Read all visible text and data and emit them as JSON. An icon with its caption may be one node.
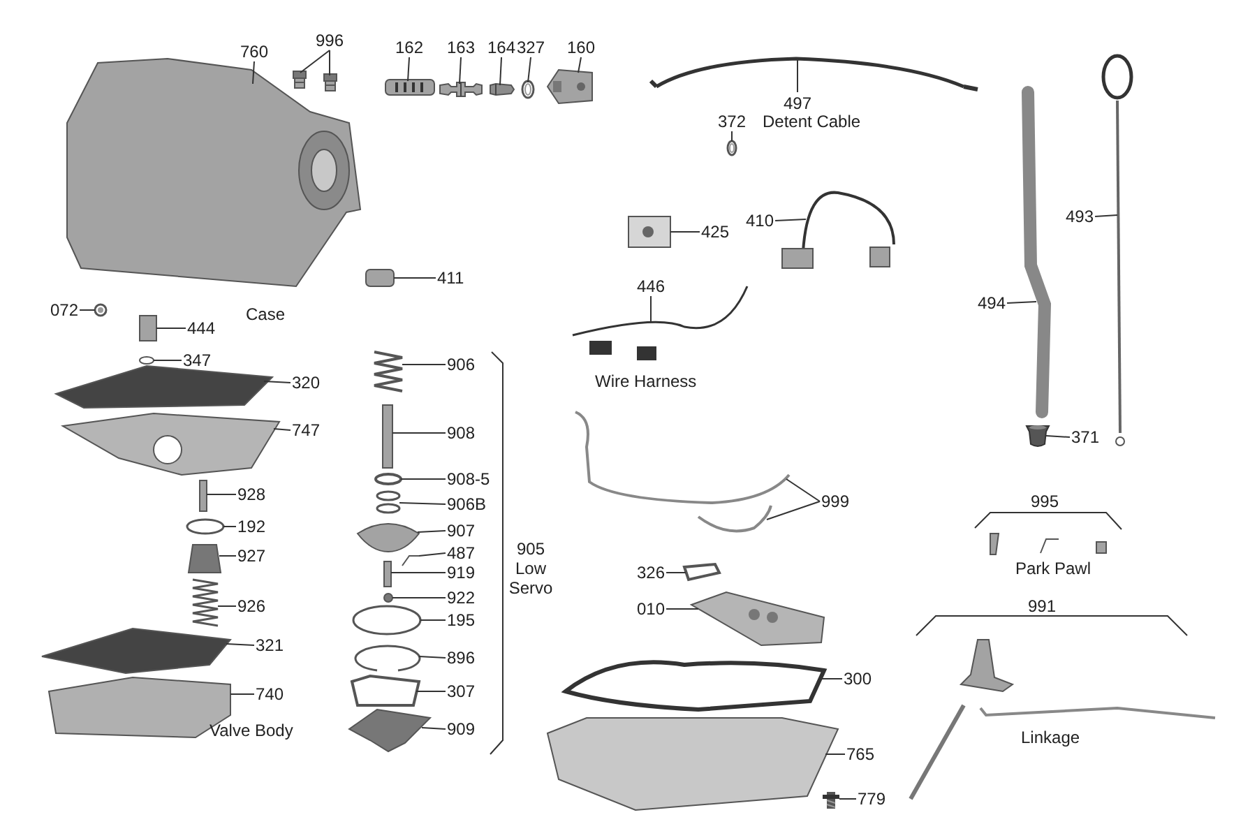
{
  "diagram": {
    "nodes": [
      {
        "text": [
          "996"
        ]
      },
      {
        "text": [
          "760"
        ]
      },
      {
        "text": [
          "162"
        ]
      },
      {
        "text": [
          "163"
        ]
      },
      {
        "text": [
          "164"
        ]
      },
      {
        "text": [
          "327"
        ]
      },
      {
        "text": [
          "160"
        ]
      },
      {
        "text": [
          "497"
        ]
      },
      {
        "text": [
          "372"
        ]
      },
      {
        "text": [
          "072"
        ]
      },
      {
        "text": [
          "444"
        ]
      },
      {
        "text": [
          "347"
        ]
      },
      {
        "text": [
          "411"
        ]
      },
      {
        "text": [
          "425"
        ]
      },
      {
        "text": [
          "410"
        ]
      },
      {
        "text": [
          "446"
        ]
      },
      {
        "text": [
          "493"
        ]
      },
      {
        "text": [
          "494"
        ]
      },
      {
        "text": [
          "371"
        ]
      },
      {
        "text": [
          "320"
        ]
      },
      {
        "text": [
          "747"
        ]
      },
      {
        "text": [
          "928"
        ]
      },
      {
        "text": [
          "192"
        ]
      },
      {
        "text": [
          "927"
        ]
      },
      {
        "text": [
          "926"
        ]
      },
      {
        "text": [
          "321"
        ]
      },
      {
        "text": [
          "740"
        ]
      },
      {
        "text": [
          "906"
        ]
      },
      {
        "text": [
          "908"
        ]
      },
      {
        "text": [
          "908-5"
        ]
      },
      {
        "text": [
          "906B"
        ]
      },
      {
        "text": [
          "907"
        ]
      },
      {
        "text": [
          "487"
        ]
      },
      {
        "text": [
          "919"
        ]
      },
      {
        "text": [
          "922"
        ]
      },
      {
        "text": [
          "195"
        ]
      },
      {
        "text": [
          "896"
        ]
      },
      {
        "text": [
          "307"
        ]
      },
      {
        "text": [
          "909"
        ]
      },
      {
        "text": [
          "999"
        ]
      },
      {
        "text": [
          "326"
        ]
      },
      {
        "text": [
          "010"
        ]
      },
      {
        "text": [
          "300"
        ]
      },
      {
        "text": [
          "765"
        ]
      },
      {
        "text": [
          "779"
        ]
      },
      {
        "text": [],
        "shape": "picture"
      },
      {
        "text": [],
        "shape": "picture"
      },
      {
        "text": [],
        "shape": "picture"
      },
      {
        "text": [],
        "shape": "picture"
      },
      {
        "text": [],
        "shape": "picture"
      },
      {
        "text": [],
        "shape": "picture"
      },
      {
        "text": [],
        "shape": "picture"
      },
      {
        "text": [],
        "shape": "picture"
      },
      {
        "text": [],
        "shape": "picture"
      },
      {
        "text": [],
        "shape": "picture"
      },
      {
        "text": [],
        "shape": "picture"
      },
      {
        "text": [],
        "shape": "picture"
      },
      {
        "text": [],
        "shape": "picture"
      },
      {
        "text": [],
        "shape": "picture"
      },
      {
        "text": [],
        "shape": "picture"
      },
      {
        "text": [],
        "shape": "picture"
      },
      {
        "text": [],
        "shape": "picture"
      },
      {
        "text": [],
        "shape": "picture"
      },
      {
        "text": [],
        "shape": "picture"
      },
      {
        "text": [],
        "shape": "picture"
      },
      {
        "text": [],
        "shape": "picture"
      },
      {
        "text": [],
        "shape": "picture"
      },
      {
        "text": [],
        "shape": "picture"
      },
      {
        "text": [],
        "shape": "picture"
      },
      {
        "text": [],
        "shape": "picture"
      },
      {
        "text": [],
        "shape": "picture"
      },
      {
        "text": [],
        "shape": "picture"
      },
      {
        "text": [],
        "shape": "picture"
      },
      {
        "text": [],
        "shape": "picture"
      },
      {
        "text": [],
        "shape": "picture"
      },
      {
        "text": [],
        "shape": "picture"
      },
      {
        "text": [],
        "shape": "picture"
      },
      {
        "text": [],
        "shape": "picture"
      },
      {
        "text": [],
        "shape": "picture"
      },
      {
        "text": [],
        "shape": "picture"
      },
      {
        "text": [],
        "shape": "picture"
      },
      {
        "text": [],
        "shape": "picture"
      },
      {
        "text": [],
        "shape": "picture"
      },
      {
        "text": [],
        "shape": "picture"
      },
      {
        "text": [],
        "shape": "picture"
      },
      {
        "text": [],
        "shape": "picture"
      },
      {
        "text": [],
        "shape": "picture"
      },
      {
        "text": [],
        "shape": "picture"
      },
      {
        "text": [],
        "shape": "picture"
      },
      {
        "text": [],
        "shape": "picture"
      },
      {
        "text": [],
        "shape": "picture"
      },
      {
        "text": [],
        "shape": "picture"
      }
    ],
    "edges": [
      {
        "from": 0,
        "to": 45,
        "arrow": "none"
      },
      {
        "from": 0,
        "to": 46,
        "arrow": "none"
      },
      {
        "from": 1,
        "to": 47,
        "arrow": "none"
      },
      {
        "from": 2,
        "to": 48,
        "arrow": "none"
      },
      {
        "from": 3,
        "to": 49,
        "arrow": "none"
      },
      {
        "from": 4,
        "to": 50,
        "arrow": "none"
      },
      {
        "from": 5,
        "to": 51,
        "arrow": "none"
      },
      {
        "from": 6,
        "to": 52,
        "arrow": "none"
      },
      {
        "from": 7,
        "to": 53,
        "arrow": "none"
      },
      {
        "from": 8,
        "to": 54,
        "arrow": "none"
      },
      {
        "from": 9,
        "to": 55,
        "arrow": "none"
      },
      {
        "from": 10,
        "to": 56,
        "arrow": "none"
      },
      {
        "from": 11,
        "to": 57,
        "arrow": "none"
      },
      {
        "from": 12,
        "to": 58,
        "arrow": "none"
      },
      {
        "from": 13,
        "to": 59,
        "arrow": "none"
      },
      {
        "from": 14,
        "to": 60,
        "arrow": "none"
      },
      {
        "from": 15,
        "to": 61,
        "arrow": "none"
      },
      {
        "from": 16,
        "to": 62,
        "arrow": "none"
      },
      {
        "from": 17,
        "to": 63,
        "arrow": "none"
      },
      {
        "from": 18,
        "to": 64,
        "arrow": "none"
      },
      {
        "from": 19,
        "to": 65,
        "arrow": "none"
      },
      {
        "from": 20,
        "to": 66,
        "arrow": "none"
      },
      {
        "from": 21,
        "to": 67,
        "arrow": "none"
      },
      {
        "from": 22,
        "to": 68,
        "arrow": "none"
      },
      {
        "from": 23,
        "to": 69,
        "arrow": "none"
      },
      {
        "from": 24,
        "to": 70,
        "arrow": "none"
      },
      {
        "from": 25,
        "to": 71,
        "arrow": "none"
      },
      {
        "from": 26,
        "to": 72,
        "arrow": "none"
      },
      {
        "from": 27,
        "to": 73,
        "arrow": "none"
      },
      {
        "from": 28,
        "to": 74,
        "arrow": "none"
      },
      {
        "from": 29,
        "to": 75,
        "arrow": "none"
      },
      {
        "from": 30,
        "to": 76,
        "arrow": "none"
      },
      {
        "from": 31,
        "to": 77,
        "arrow": "none"
      },
      {
        "from": 32,
        "to": 78,
        "arrow": "none"
      },
      {
        "from": 33,
        "to": 79,
        "arrow": "none"
      },
      {
        "from": 34,
        "to": 80,
        "arrow": "none"
      },
      {
        "from": 35,
        "to": 81,
        "arrow": "none"
      },
      {
        "from": 36,
        "to": 82,
        "arrow": "none"
      },
      {
        "from": 37,
        "to": 83,
        "arrow": "none"
      },
      {
        "from": 38,
        "to": 84,
        "arrow": "none"
      },
      {
        "from": 39,
        "to": 85,
        "arrow": "none"
      },
      {
        "from": 39,
        "to": 86,
        "arrow": "none"
      },
      {
        "from": 40,
        "to": 87,
        "arrow": "none"
      },
      {
        "from": 41,
        "to": 88,
        "arrow": "none"
      },
      {
        "from": 42,
        "to": 89,
        "arrow": "none"
      },
      {
        "from": 43,
        "to": 90,
        "arrow": "none"
      },
      {
        "from": 44,
        "to": 91,
        "arrow": "none"
      }
    ],
    "labels": [
      "Detent Cable",
      "Case",
      "Wire Harness",
      "905 Low Servo",
      "995",
      "Park Pawl",
      "991",
      "Valve Body",
      "Linkage"
    ]
  }
}
